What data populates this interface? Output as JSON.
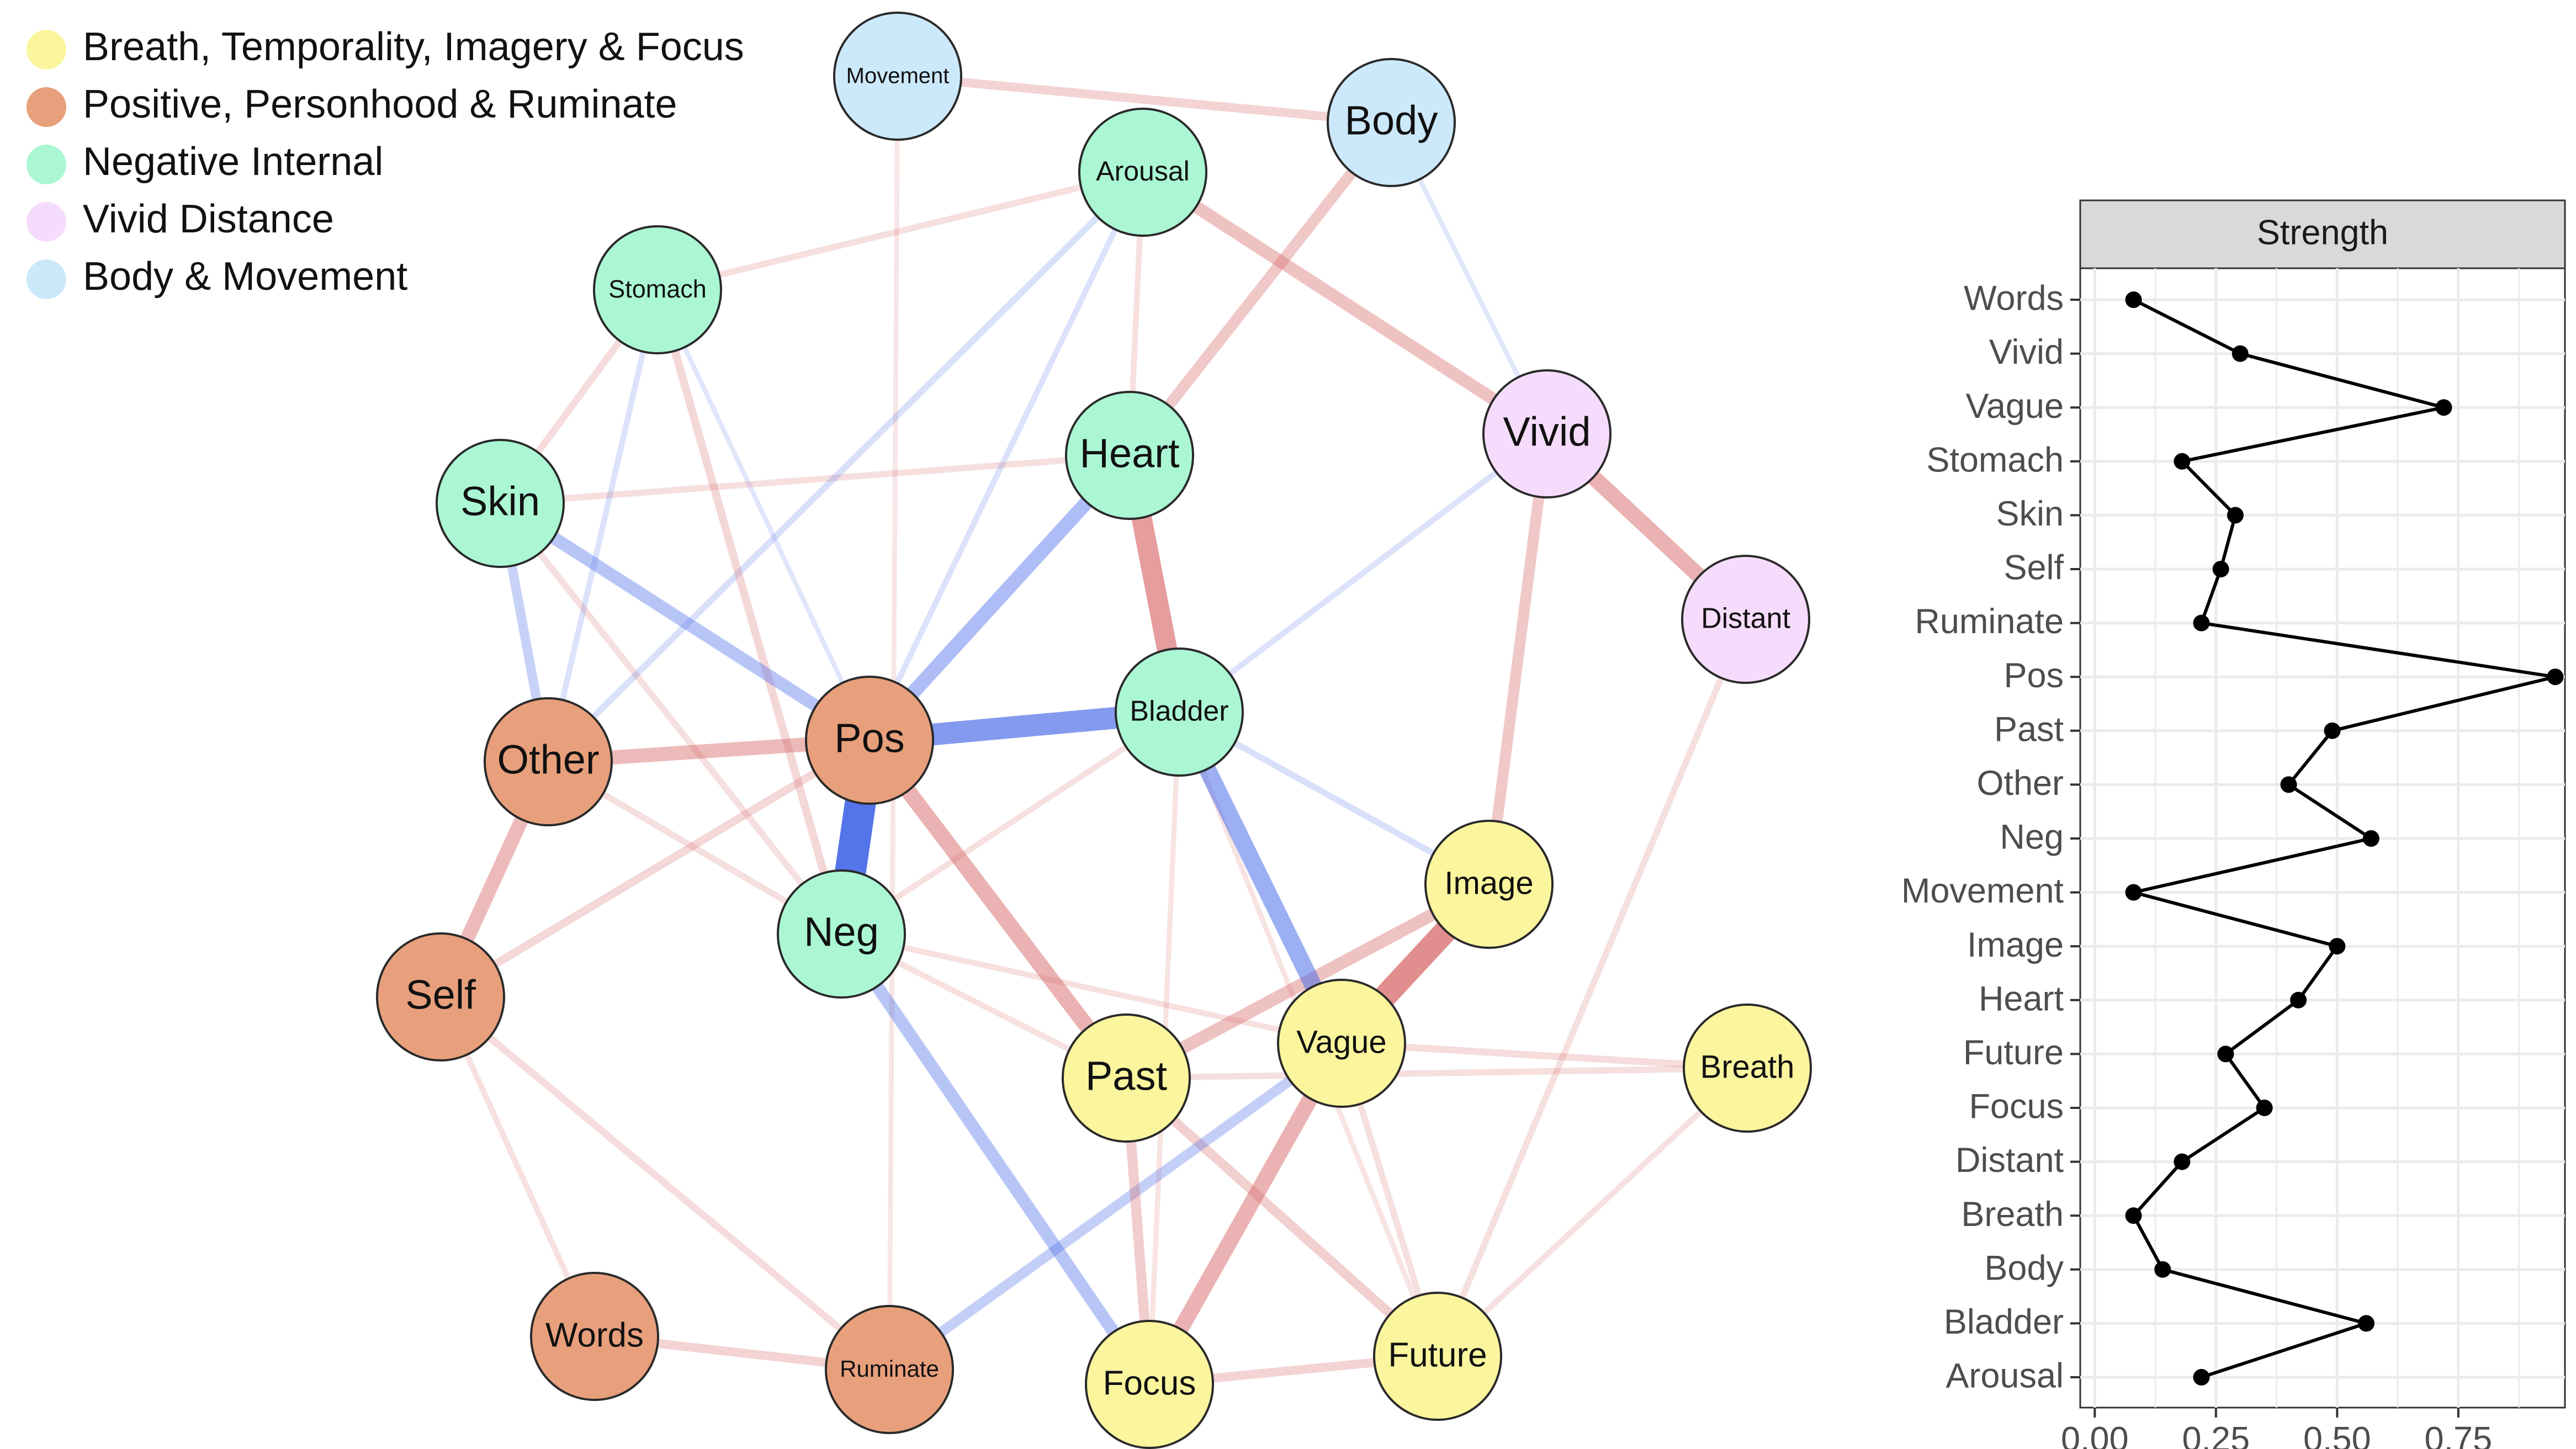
{
  "chart_data": [
    {
      "type": "network",
      "legend": [
        {
          "name": "Breath, Temporality, Imagery & Focus",
          "color": "#fbf59e"
        },
        {
          "name": "Positive, Personhood & Ruminate",
          "color": "#e8a07c"
        },
        {
          "name": "Negative Internal",
          "color": "#abf7d4"
        },
        {
          "name": "Vivid Distance",
          "color": "#f6dcfc"
        },
        {
          "name": "Body & Movement",
          "color": "#cce9fb"
        }
      ],
      "nodes": [
        {
          "id": "Movement",
          "label": "Movement",
          "group": 4
        },
        {
          "id": "Body",
          "label": "Body",
          "group": 4
        },
        {
          "id": "Arousal",
          "label": "Arousal",
          "group": 2
        },
        {
          "id": "Stomach",
          "label": "Stomach",
          "group": 2
        },
        {
          "id": "Heart",
          "label": "Heart",
          "group": 2
        },
        {
          "id": "Vivid",
          "label": "Vivid",
          "group": 3
        },
        {
          "id": "Skin",
          "label": "Skin",
          "group": 2
        },
        {
          "id": "Distant",
          "label": "Distant",
          "group": 3
        },
        {
          "id": "Bladder",
          "label": "Bladder",
          "group": 2
        },
        {
          "id": "Pos",
          "label": "Pos",
          "group": 1
        },
        {
          "id": "Other",
          "label": "Other",
          "group": 1
        },
        {
          "id": "Image",
          "label": "Image",
          "group": 0
        },
        {
          "id": "Neg",
          "label": "Neg",
          "group": 2
        },
        {
          "id": "Self",
          "label": "Self",
          "group": 1
        },
        {
          "id": "Vague",
          "label": "Vague",
          "group": 0
        },
        {
          "id": "Past",
          "label": "Past",
          "group": 0
        },
        {
          "id": "Breath",
          "label": "Breath",
          "group": 0
        },
        {
          "id": "Words",
          "label": "Words",
          "group": 1
        },
        {
          "id": "Ruminate",
          "label": "Ruminate",
          "group": 1
        },
        {
          "id": "Focus",
          "label": "Focus",
          "group": 0
        },
        {
          "id": "Future",
          "label": "Future",
          "group": 0
        }
      ],
      "edges": [
        {
          "source": "Pos",
          "target": "Neg",
          "weight": 0.9,
          "sign": "negative"
        },
        {
          "source": "Pos",
          "target": "Bladder",
          "weight": 0.6,
          "sign": "negative"
        },
        {
          "source": "Heart",
          "target": "Bladder",
          "weight": 0.55,
          "sign": "positive"
        },
        {
          "source": "Image",
          "target": "Vague",
          "weight": 0.65,
          "sign": "positive"
        },
        {
          "source": "Vivid",
          "target": "Distant",
          "weight": 0.4,
          "sign": "positive"
        },
        {
          "source": "Bladder",
          "target": "Vague",
          "weight": 0.45,
          "sign": "negative"
        },
        {
          "source": "Pos",
          "target": "Heart",
          "weight": 0.35,
          "sign": "negative"
        },
        {
          "source": "Pos",
          "target": "Past",
          "weight": 0.4,
          "sign": "positive"
        },
        {
          "source": "Vague",
          "target": "Focus",
          "weight": 0.4,
          "sign": "positive"
        },
        {
          "source": "Other",
          "target": "Pos",
          "weight": 0.35,
          "sign": "positive"
        },
        {
          "source": "Other",
          "target": "Self",
          "weight": 0.35,
          "sign": "positive"
        },
        {
          "source": "Arousal",
          "target": "Vivid",
          "weight": 0.3,
          "sign": "positive"
        },
        {
          "source": "Body",
          "target": "Heart",
          "weight": 0.25,
          "sign": "positive"
        },
        {
          "source": "Skin",
          "target": "Pos",
          "weight": 0.3,
          "sign": "negative"
        },
        {
          "source": "Neg",
          "target": "Focus",
          "weight": 0.3,
          "sign": "negative"
        },
        {
          "source": "Past",
          "target": "Image",
          "weight": 0.3,
          "sign": "positive"
        },
        {
          "source": "Vivid",
          "target": "Image",
          "weight": 0.25,
          "sign": "positive"
        },
        {
          "source": "Skin",
          "target": "Other",
          "weight": 0.2,
          "sign": "negative"
        },
        {
          "source": "Ruminate",
          "target": "Vague",
          "weight": 0.22,
          "sign": "negative"
        },
        {
          "source": "Past",
          "target": "Focus",
          "weight": 0.22,
          "sign": "positive"
        },
        {
          "source": "Past",
          "target": "Future",
          "weight": 0.2,
          "sign": "positive"
        },
        {
          "source": "Movement",
          "target": "Body",
          "weight": 0.18,
          "sign": "positive"
        },
        {
          "source": "Words",
          "target": "Ruminate",
          "weight": 0.18,
          "sign": "positive"
        },
        {
          "source": "Focus",
          "target": "Future",
          "weight": 0.18,
          "sign": "positive"
        },
        {
          "source": "Self",
          "target": "Pos",
          "weight": 0.15,
          "sign": "positive"
        },
        {
          "source": "Stomach",
          "target": "Neg",
          "weight": 0.15,
          "sign": "positive"
        },
        {
          "source": "Stomach",
          "target": "Skin",
          "weight": 0.12,
          "sign": "positive"
        },
        {
          "source": "Stomach",
          "target": "Arousal",
          "weight": 0.1,
          "sign": "positive"
        },
        {
          "source": "Skin",
          "target": "Heart",
          "weight": 0.1,
          "sign": "positive"
        },
        {
          "source": "Vague",
          "target": "Breath",
          "weight": 0.12,
          "sign": "positive"
        },
        {
          "source": "Past",
          "target": "Breath",
          "weight": 0.1,
          "sign": "positive"
        },
        {
          "source": "Distant",
          "target": "Future",
          "weight": 0.1,
          "sign": "positive"
        },
        {
          "source": "Breath",
          "target": "Future",
          "weight": 0.08,
          "sign": "positive"
        },
        {
          "source": "Self",
          "target": "Ruminate",
          "weight": 0.12,
          "sign": "positive"
        },
        {
          "source": "Self",
          "target": "Words",
          "weight": 0.08,
          "sign": "positive"
        },
        {
          "source": "Skin",
          "target": "Neg",
          "weight": 0.1,
          "sign": "positive"
        },
        {
          "source": "Other",
          "target": "Neg",
          "weight": 0.1,
          "sign": "positive"
        },
        {
          "source": "Vague",
          "target": "Future",
          "weight": 0.1,
          "sign": "positive"
        },
        {
          "source": "Neg",
          "target": "Vague",
          "weight": 0.08,
          "sign": "positive"
        },
        {
          "source": "Neg",
          "target": "Past",
          "weight": 0.08,
          "sign": "positive"
        },
        {
          "source": "Bladder",
          "target": "Image",
          "weight": 0.1,
          "sign": "negative"
        },
        {
          "source": "Arousal",
          "target": "Other",
          "weight": 0.1,
          "sign": "negative"
        },
        {
          "source": "Stomach",
          "target": "Other",
          "weight": 0.08,
          "sign": "negative"
        },
        {
          "source": "Arousal",
          "target": "Pos",
          "weight": 0.08,
          "sign": "negative"
        },
        {
          "source": "Vivid",
          "target": "Bladder",
          "weight": 0.08,
          "sign": "negative"
        },
        {
          "source": "Arousal",
          "target": "Heart",
          "weight": 0.08,
          "sign": "positive"
        },
        {
          "source": "Neg",
          "target": "Bladder",
          "weight": 0.08,
          "sign": "positive"
        },
        {
          "source": "Movement",
          "target": "Ruminate",
          "weight": 0.05,
          "sign": "positive"
        },
        {
          "source": "Bladder",
          "target": "Focus",
          "weight": 0.06,
          "sign": "positive"
        },
        {
          "source": "Body",
          "target": "Vivid",
          "weight": 0.05,
          "sign": "negative"
        },
        {
          "source": "Stomach",
          "target": "Pos",
          "weight": 0.05,
          "sign": "negative"
        },
        {
          "source": "Bladder",
          "target": "Future",
          "weight": 0.06,
          "sign": "positive"
        }
      ]
    },
    {
      "type": "dot-line",
      "title": "Strength",
      "categories": [
        "Words",
        "Vivid",
        "Vague",
        "Stomach",
        "Skin",
        "Self",
        "Ruminate",
        "Pos",
        "Past",
        "Other",
        "Neg",
        "Movement",
        "Image",
        "Heart",
        "Future",
        "Focus",
        "Distant",
        "Breath",
        "Body",
        "Bladder",
        "Arousal"
      ],
      "values": [
        0.08,
        0.3,
        0.72,
        0.18,
        0.29,
        0.26,
        0.22,
        0.95,
        0.49,
        0.4,
        0.57,
        0.08,
        0.5,
        0.42,
        0.27,
        0.35,
        0.18,
        0.08,
        0.14,
        0.56,
        0.22
      ],
      "xticks": [
        "0.00",
        "0.25",
        "0.50",
        "0.75"
      ],
      "xlim": [
        -0.03,
        0.97
      ],
      "grid": true,
      "colors": {
        "panel_header": "#d9d9d9",
        "grid": "#ebebeb",
        "line": "#000000"
      }
    }
  ],
  "colors": {
    "positive_edge": "#d66666",
    "negative_edge": "#4b6de8"
  }
}
